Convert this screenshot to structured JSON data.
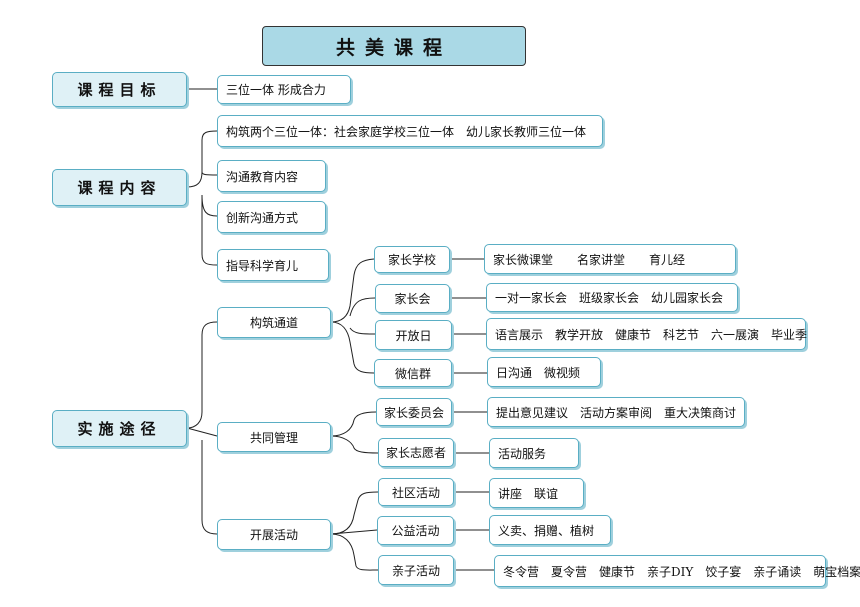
{
  "title": "共美课程",
  "goal": {
    "label": "课程目标",
    "item": "三位一体 形成合力"
  },
  "content": {
    "label": "课程内容",
    "items": [
      "构筑两个三位一体：社会家庭学校三位一体　幼儿家长教师三位一体",
      "沟通教育内容",
      "创新沟通方式",
      "指导科学育儿"
    ]
  },
  "implementation": {
    "label": "实施途径",
    "channel": {
      "label": "构筑通道",
      "items": [
        {
          "label": "家长学校",
          "detail": "家长微课堂　　名家讲堂　　育儿经"
        },
        {
          "label": "家长会",
          "detail": "一对一家长会　班级家长会　幼儿园家长会"
        },
        {
          "label": "开放日",
          "detail": "语言展示　教学开放　健康节　科艺节　六一展演　毕业季"
        },
        {
          "label": "微信群",
          "detail": "日沟通　微视频"
        }
      ]
    },
    "management": {
      "label": "共同管理",
      "items": [
        {
          "label": "家长委员会",
          "detail": "提出意见建议　活动方案审阅　重大决策商讨"
        },
        {
          "label": "家长志愿者",
          "detail": "活动服务"
        }
      ]
    },
    "activities": {
      "label": "开展活动",
      "items": [
        {
          "label": "社区活动",
          "detail": "讲座　联谊"
        },
        {
          "label": "公益活动",
          "detail": "义卖、捐赠、植树"
        },
        {
          "label": "亲子活动",
          "detail": "冬令营　夏令营　健康节　亲子DIY　饺子宴　亲子诵读　萌宝档案"
        }
      ]
    }
  }
}
